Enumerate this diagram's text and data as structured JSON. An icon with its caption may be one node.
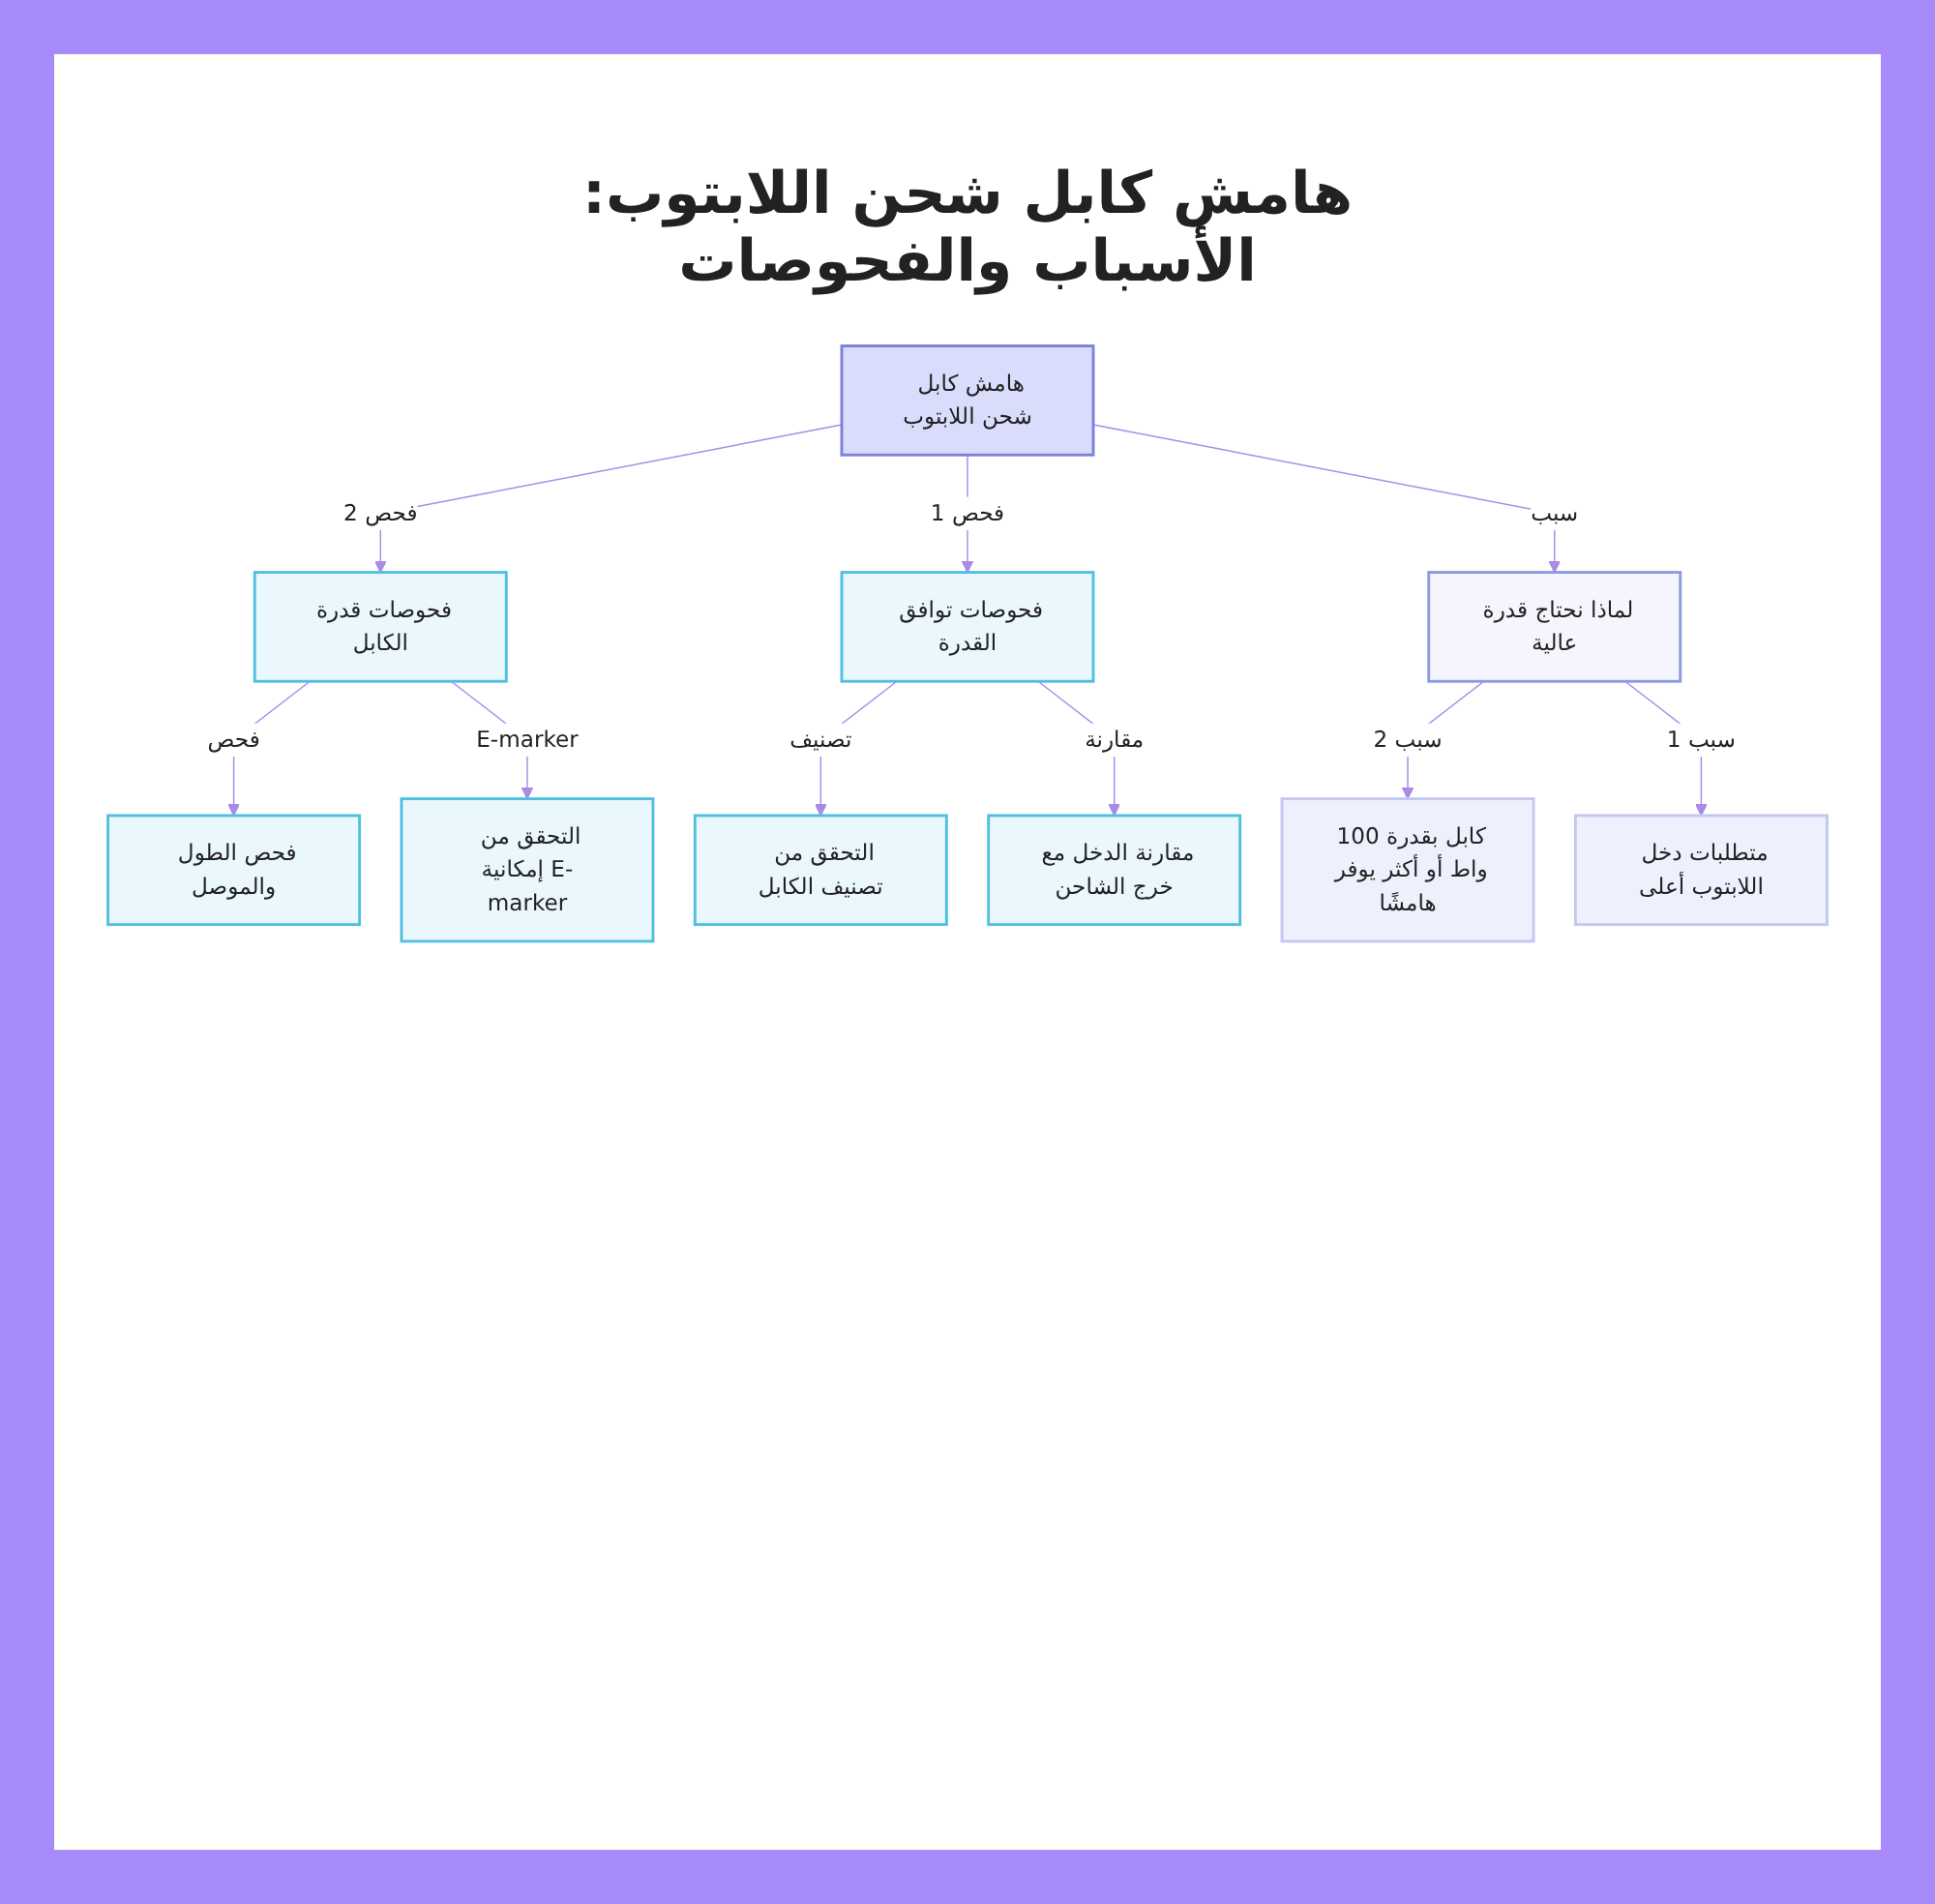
{
  "diagram": {
    "title": "هامش كابل شحن اللابتوب: الأسباب والفحوصات",
    "nodes": [
      {
        "text": [
          "هامش كابل شحن اللابتوب"
        ]
      },
      {
        "text": [
          "فحوصات قدرة الكابل"
        ]
      },
      {
        "text": [
          "فحوصات توافق القدرة"
        ]
      },
      {
        "text": [
          "لماذا نحتاج قدرة عالية"
        ]
      },
      {
        "text": [
          "فحص الطول والموصل"
        ]
      },
      {
        "text": [
          "التحقق من إمكانية E-marker"
        ]
      },
      {
        "text": [
          "التحقق من تصنيف الكابل"
        ]
      },
      {
        "text": [
          "مقارنة الدخل مع خرج الشاحن"
        ]
      },
      {
        "text": [
          "كابل بقدرة 100 واط أو أكثر يوفر هامشًا"
        ]
      },
      {
        "text": [
          "متطلبات دخل اللابتوب أعلى"
        ]
      }
    ],
    "edges": [
      {
        "from": 0,
        "to": 1,
        "arrow": "to",
        "label": "فحص 2"
      },
      {
        "from": 0,
        "to": 2,
        "arrow": "to",
        "label": "فحص 1"
      },
      {
        "from": 0,
        "to": 3,
        "arrow": "to",
        "label": "سبب"
      },
      {
        "from": 1,
        "to": 4,
        "arrow": "to",
        "label": "فحص"
      },
      {
        "from": 1,
        "to": 5,
        "arrow": "to",
        "label": "E-marker"
      },
      {
        "from": 2,
        "to": 6,
        "arrow": "to",
        "label": "تصنيف"
      },
      {
        "from": 2,
        "to": 7,
        "arrow": "to",
        "label": "مقارنة"
      },
      {
        "from": 3,
        "to": 8,
        "arrow": "to",
        "label": "سبب 2"
      },
      {
        "from": 3,
        "to": 9,
        "arrow": "to",
        "label": "سبب 1"
      }
    ]
  }
}
